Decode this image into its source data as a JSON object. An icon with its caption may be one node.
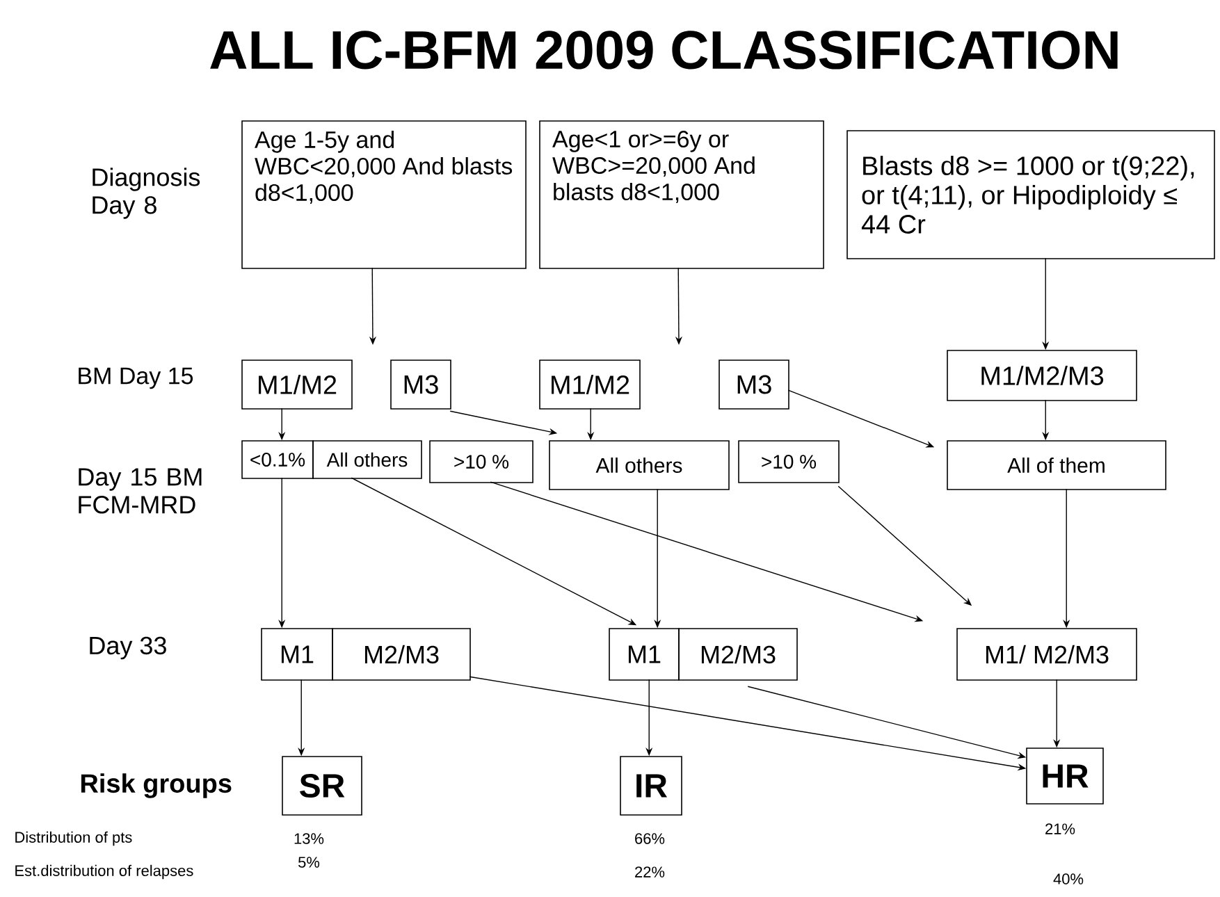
{
  "diagram": {
    "title": "ALL IC-BFM 2009 CLASSIFICATION",
    "nodes": [
      {
        "text": [
          "Age 1-5y and WBC<20,000 And blasts d8<1,000"
        ]
      },
      {
        "text": [
          "Age<1 or>=6y or WBC>=20,000 And blasts d8<1,000"
        ]
      },
      {
        "text": [
          "Blasts d8 >= 1000 or t(9;22), or t(4;11), or Hipodiploidy ≤ 44 Cr"
        ]
      },
      {
        "text": [
          "M1/M2"
        ]
      },
      {
        "text": [
          "M3"
        ]
      },
      {
        "text": [
          "M1/M2"
        ]
      },
      {
        "text": [
          "M3"
        ]
      },
      {
        "text": [
          "M1/M2/M3"
        ]
      },
      {
        "text": [
          "<0.1%"
        ]
      },
      {
        "text": [
          "All others"
        ]
      },
      {
        "text": [
          ">10 %"
        ]
      },
      {
        "text": [
          "All others"
        ]
      },
      {
        "text": [
          ">10 %"
        ]
      },
      {
        "text": [
          "All  of them"
        ]
      },
      {
        "text": [
          "M1"
        ]
      },
      {
        "text": [
          "M2/M3"
        ]
      },
      {
        "text": [
          "M1"
        ]
      },
      {
        "text": [
          "M2/M3"
        ]
      },
      {
        "text": [
          "M1/ M2/M3"
        ]
      },
      {
        "text": [
          "SR"
        ]
      },
      {
        "text": [
          "IR"
        ]
      },
      {
        "text": [
          "HR"
        ]
      }
    ],
    "edges": [
      {
        "from": 0,
        "to": null,
        "arrow": "to"
      },
      {
        "from": 1,
        "to": null,
        "arrow": "to"
      },
      {
        "from": 2,
        "to": 7,
        "arrow": "to"
      },
      {
        "from": 3,
        "to": 8,
        "arrow": "to"
      },
      {
        "from": 4,
        "to": 11,
        "arrow": "to"
      },
      {
        "from": 5,
        "to": 11,
        "arrow": "to"
      },
      {
        "from": 6,
        "to": 13,
        "arrow": "to"
      },
      {
        "from": 7,
        "to": 13,
        "arrow": "to"
      },
      {
        "from": 8,
        "to": 14,
        "arrow": "to"
      },
      {
        "from": 9,
        "to": 16,
        "arrow": "to"
      },
      {
        "from": 10,
        "to": 18,
        "arrow": "to"
      },
      {
        "from": 11,
        "to": 16,
        "arrow": "to"
      },
      {
        "from": 12,
        "to": 18,
        "arrow": "to"
      },
      {
        "from": 13,
        "to": 18,
        "arrow": "to"
      },
      {
        "from": 14,
        "to": 19,
        "arrow": "to"
      },
      {
        "from": 15,
        "to": 21,
        "arrow": "to"
      },
      {
        "from": 16,
        "to": 20,
        "arrow": "to"
      },
      {
        "from": 17,
        "to": 21,
        "arrow": "to"
      },
      {
        "from": 18,
        "to": 21,
        "arrow": "to"
      }
    ],
    "labels": [
      "Diagnosis Day 8",
      "BM Day 15",
      "Day 15 BM FCM-MRD",
      "Day 33",
      "Risk groups",
      "Distribution of pts",
      "13%",
      "66%",
      "21%",
      "Est.distribution of relapses",
      "5%",
      "22%",
      "40%"
    ]
  }
}
